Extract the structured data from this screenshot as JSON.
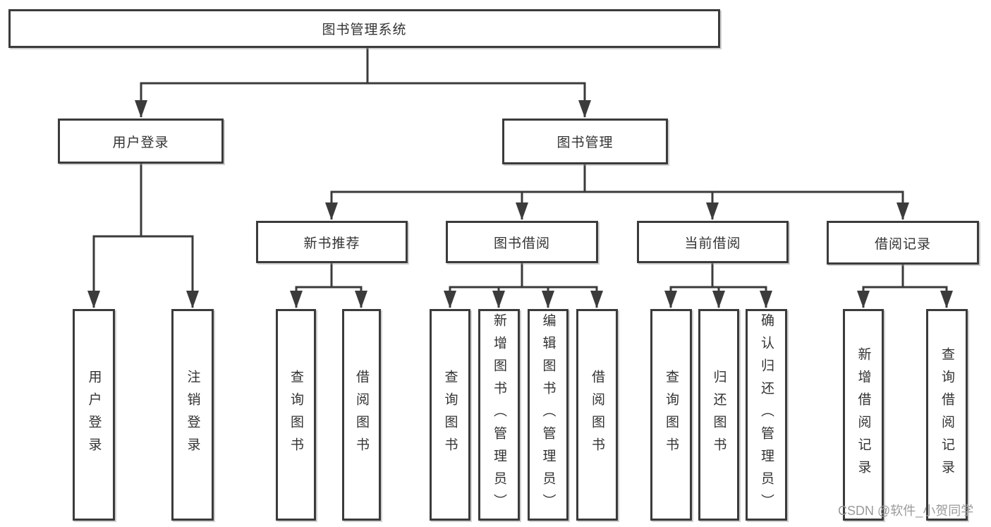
{
  "diagram": {
    "root": "图书管理系统",
    "login": {
      "label": "用户登录",
      "children": [
        "用户登录",
        "注销登录"
      ]
    },
    "management": {
      "label": "图书管理",
      "sections": [
        {
          "label": "新书推荐",
          "children": [
            "查询图书",
            "借阅图书"
          ]
        },
        {
          "label": "图书借阅",
          "children": [
            "查询图书",
            "新增图书（管理员）",
            "编辑图书（管理员）",
            "借阅图书"
          ]
        },
        {
          "label": "当前借阅",
          "children": [
            "查询图书",
            "归还图书",
            "确认归还（管理员）"
          ]
        },
        {
          "label": "借阅记录",
          "children": [
            "新增借阅记录",
            "查询借阅记录"
          ]
        }
      ]
    },
    "colors": {
      "line": "#3b3b3b",
      "text": "#333333",
      "watermark": "#9a9a9a"
    }
  },
  "watermark": "CSDN @软件_小贺同学"
}
